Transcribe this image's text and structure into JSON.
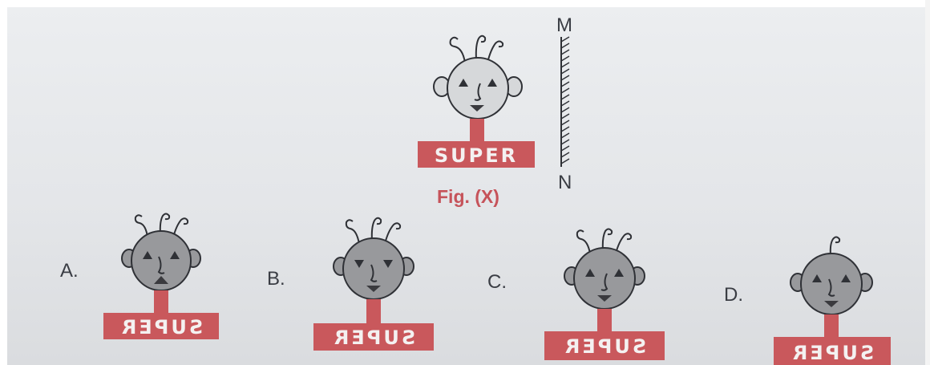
{
  "figure": {
    "caption": "Fig. (X)",
    "mirror_top_label": "M",
    "mirror_bottom_label": "N",
    "plate_text": "SUPER"
  },
  "options": [
    {
      "label": "A.",
      "plate_text": "SUPER"
    },
    {
      "label": "B.",
      "plate_text": "SUPER"
    },
    {
      "label": "C.",
      "plate_text": "SUPER"
    },
    {
      "label": "D.",
      "plate_text": "SUPER"
    }
  ],
  "colors": {
    "plate": "#c9585c",
    "face_original": "#d6d8da",
    "face_options": "#98999c",
    "caption": "#c6535a",
    "outline": "#2f3136"
  }
}
